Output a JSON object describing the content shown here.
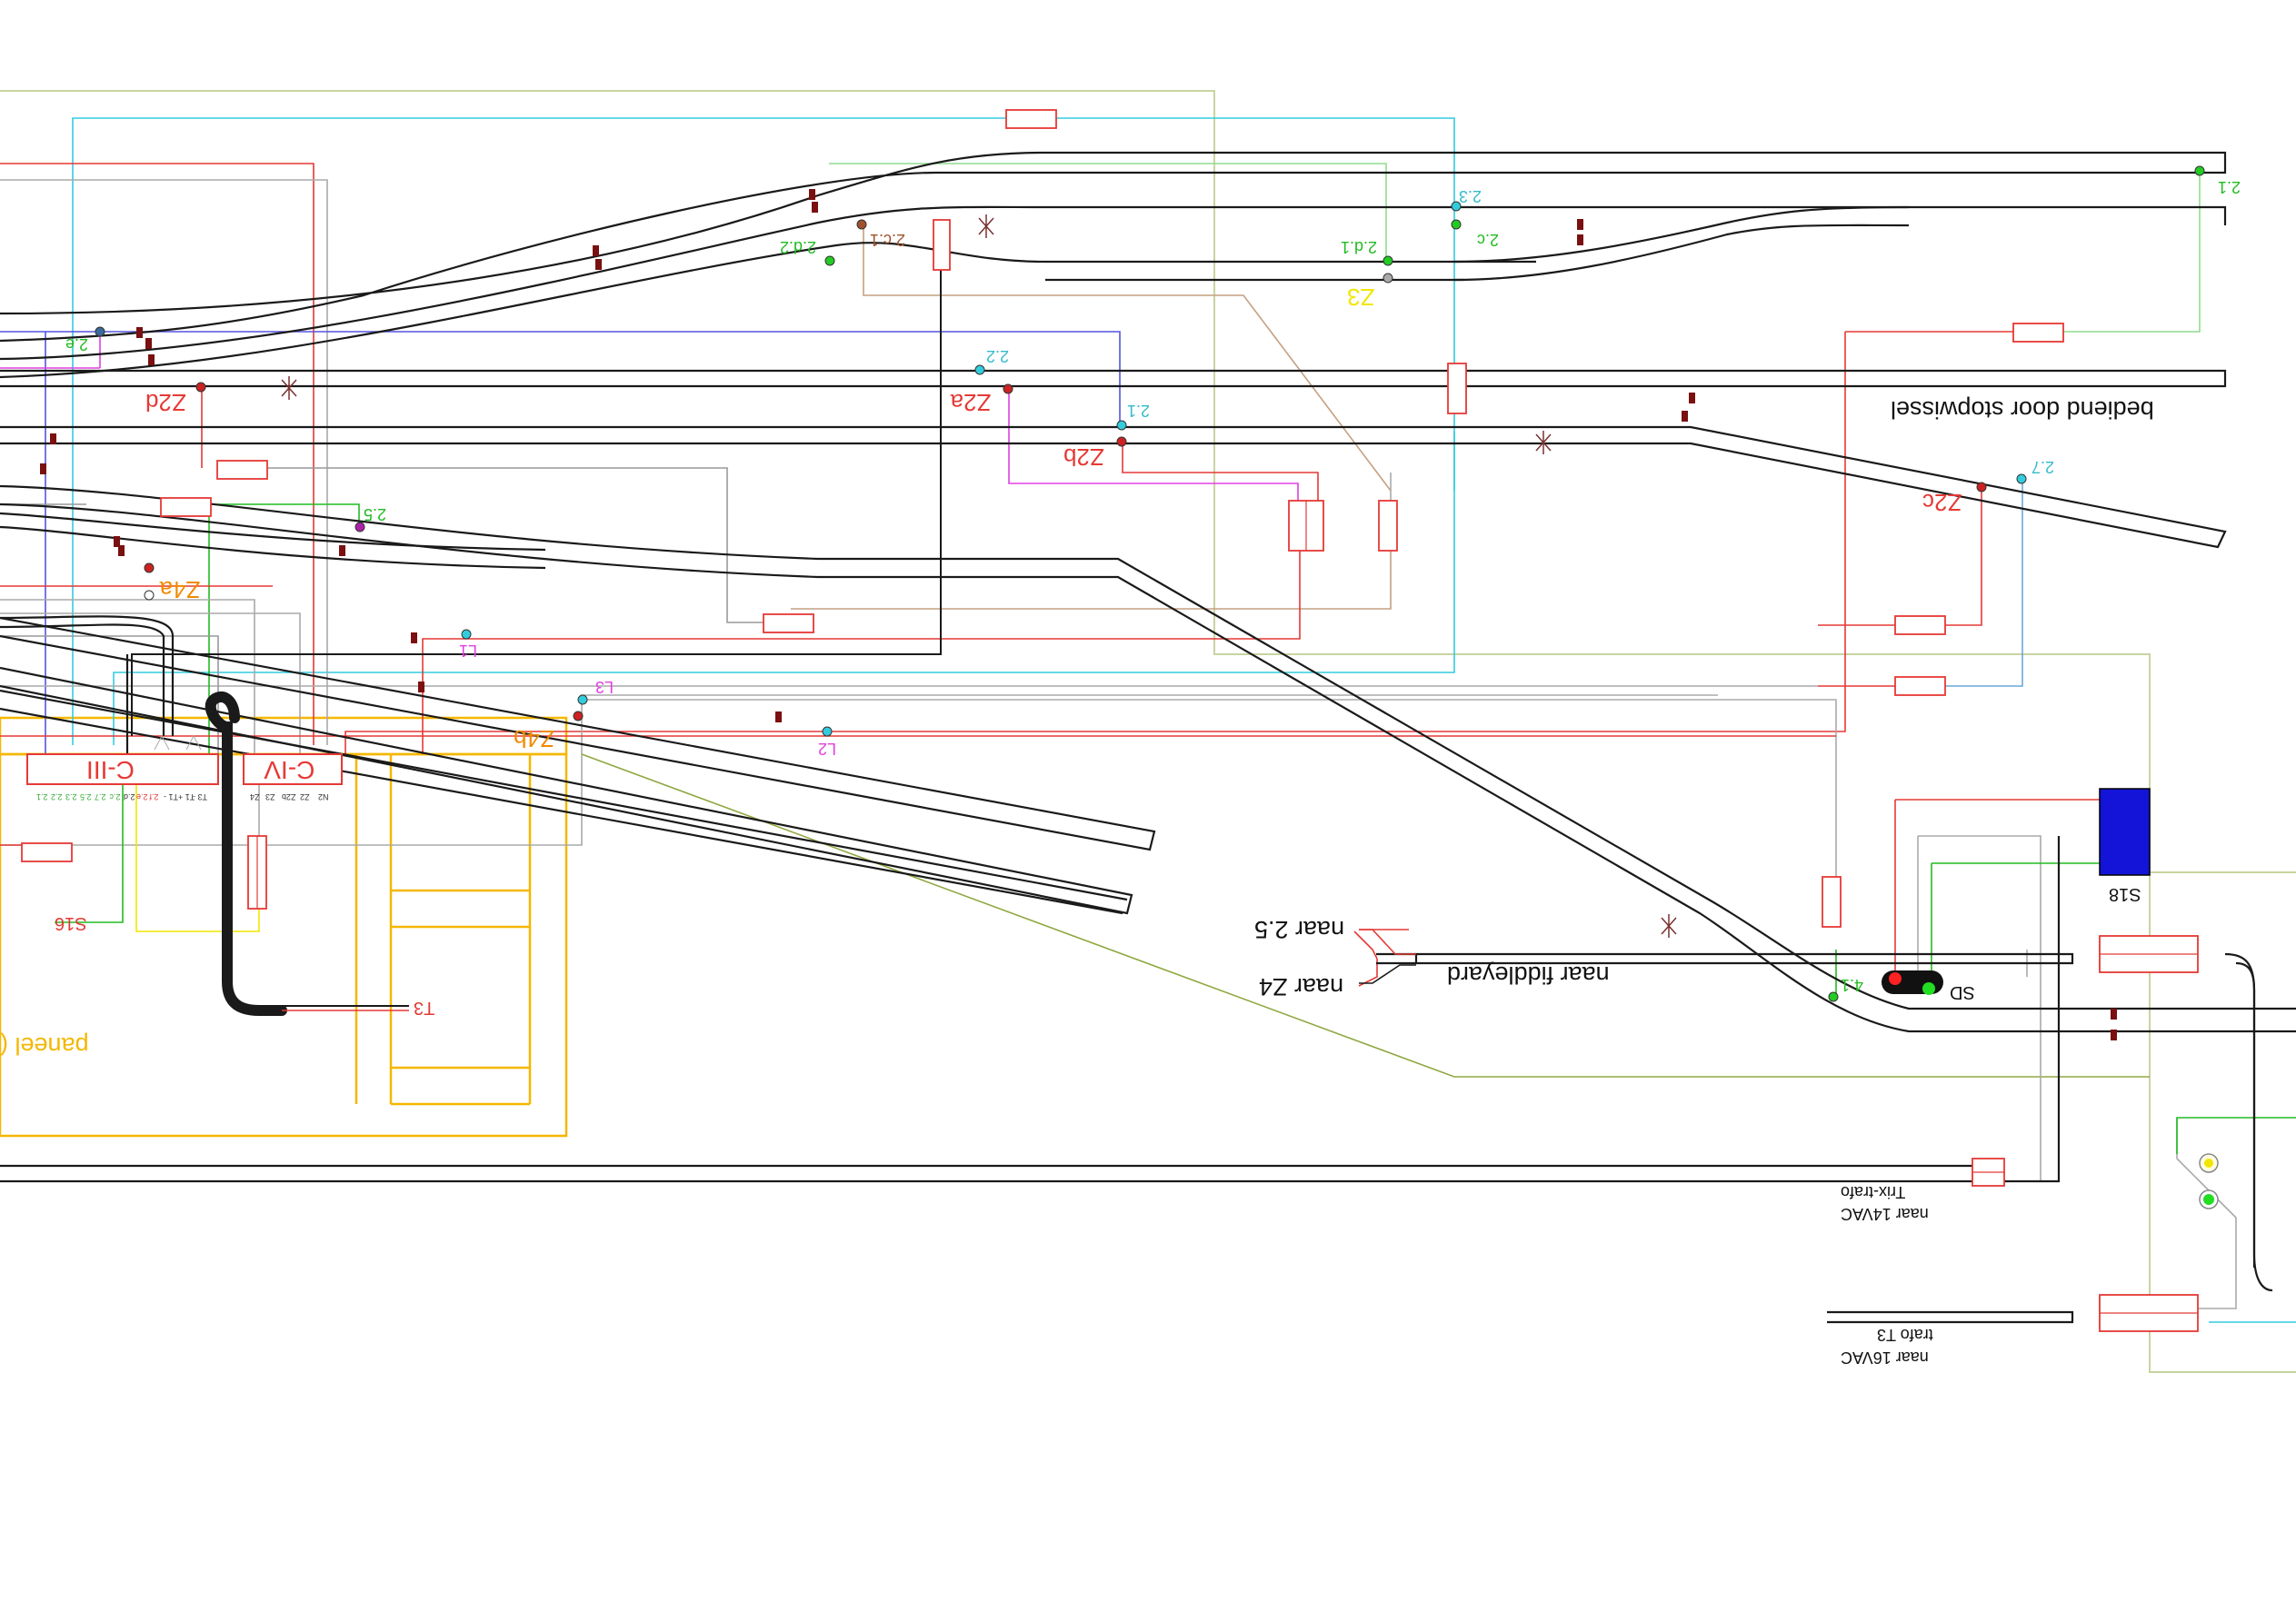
{
  "diagram": {
    "colors": {
      "track": "#1a1a1a",
      "red": "#e53935",
      "cyan": "#33ccdd",
      "green": "#22bb22",
      "lightgreen": "#8fdc8f",
      "orange": "#f5a623",
      "panel": "#f5b700",
      "yellow": "#f2e600",
      "blue": "#3a3ad8",
      "magenta": "#e040e0",
      "brown": "#a0522d",
      "olive": "#b8c88a",
      "grey": "#999999",
      "signal_blue": "#1414d8"
    },
    "labels": {
      "sec_2_1": "2.1",
      "sec_2_3": "2.3",
      "sec_2_c": "2.c",
      "sec_2_d_1": "2.d.1",
      "sec_2_d_2": "2.d.2",
      "sec_2_c_1": "2.c.1",
      "sec_2_e": "2.e",
      "sec_2_2": "2.2",
      "sec_2_1b": "2.1",
      "sec_2_5": "2.5",
      "sec_2_7": "2.7",
      "sec_4_1": "4.1",
      "sec_l1": "L1",
      "sec_l2": "L2",
      "sec_l3": "L3",
      "z3": "Z3",
      "z2d": "Z2d",
      "z2a": "Z2a",
      "z2b": "Z2b",
      "z2c": "Z2c",
      "z4a": "Z4a",
      "z4b": "Z4b",
      "stopwissel": "bediend door stopwissel",
      "fiddleyard": "naar fiddleyard",
      "naar_z4": "naar Z4",
      "naar_2_5": "naar 2.5",
      "c_iii": "C-III",
      "c_iv": "C-IV",
      "s16": "S16",
      "s18": "S18",
      "sd": "SD",
      "t3": "T3",
      "paneel": "paneel (",
      "trix_1": "Trix-trafo",
      "trix_2": "naar 14VAC",
      "trafo_1": "trafo T3",
      "trafo_2": "naar 16VAC"
    },
    "terminals_c3": [
      "2.1",
      "2.2",
      "2.3",
      "2.5",
      "2.7",
      "2.c",
      "2.d",
      "2.e",
      "2.f",
      "T1 -",
      "T1 +",
      "T3 -"
    ],
    "terminals_c4": [
      "Z4",
      "Z3",
      "Z2b",
      "Z2",
      "N2"
    ]
  }
}
